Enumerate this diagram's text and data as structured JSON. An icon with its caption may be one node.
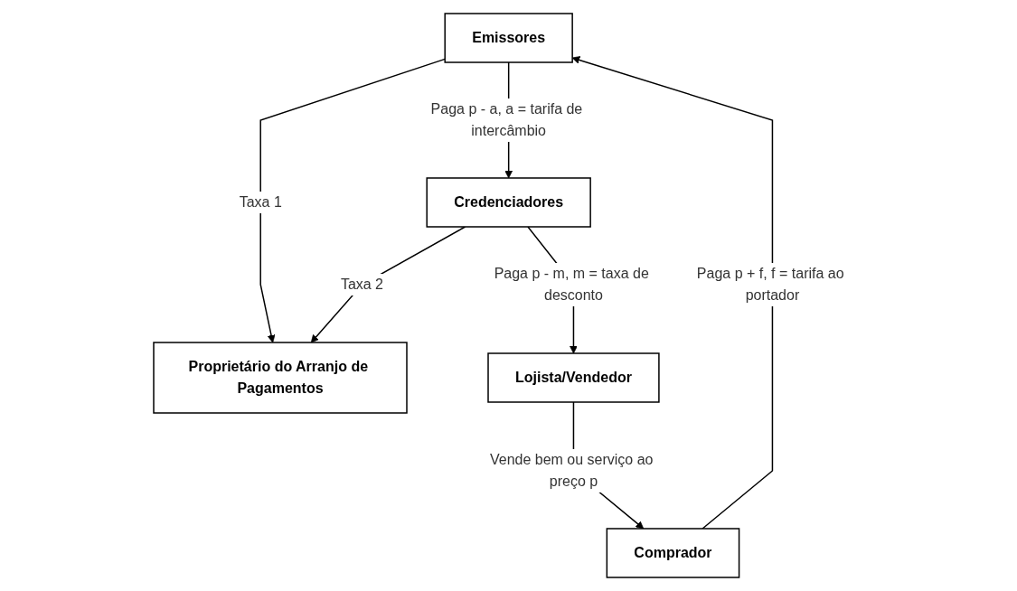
{
  "diagram": {
    "nodes": [
      {
        "text": [
          "Proprietário do Arranjo de Pagamentos"
        ]
      },
      {
        "text": [
          "Emissores"
        ]
      },
      {
        "text": [
          "Credenciadores"
        ]
      },
      {
        "text": [
          "Comprador"
        ]
      },
      {
        "text": [
          "Lojista/Vendedor"
        ]
      }
    ],
    "edges": [
      {
        "from": 1,
        "to": 0,
        "arrow": "to",
        "label": "Taxa 1"
      },
      {
        "from": 2,
        "to": 0,
        "arrow": "to",
        "label": "Taxa 2"
      },
      {
        "from": 1,
        "to": 2,
        "arrow": "to",
        "label": "Paga p - a, a = tarifa de intercâmbio"
      },
      {
        "from": 2,
        "to": 4,
        "arrow": "to",
        "label": "Paga p - m, m = taxa de desconto"
      },
      {
        "from": 4,
        "to": 3,
        "arrow": "to",
        "label": "Vende bem ou serviço ao preço p"
      },
      {
        "from": 3,
        "to": 1,
        "arrow": "to",
        "label": "Paga p + f, f = tarifa ao portador"
      }
    ]
  }
}
